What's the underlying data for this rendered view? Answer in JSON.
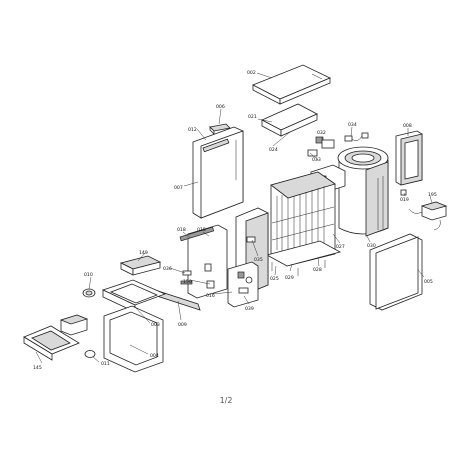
{
  "diagram": {
    "callouts": {
      "c002": "002",
      "c006": "006",
      "c012": "012",
      "c021": "021",
      "c024": "024",
      "c032": "032",
      "c034": "034",
      "c008": "008",
      "c033": "033",
      "c007": "007",
      "c018": "018",
      "c015": "015",
      "c149": "149",
      "c036": "036",
      "c035": "035",
      "c029": "029",
      "c150": "150",
      "c016": "016",
      "c039": "039",
      "c025": "025",
      "c027": "027",
      "c028": "028",
      "c030": "030",
      "c195": "195",
      "c019": "019",
      "c005": "005",
      "c010": "010",
      "c003": "003",
      "c009": "009",
      "c004": "004",
      "c011": "011",
      "c145": "145"
    },
    "page_number": "1/2"
  }
}
